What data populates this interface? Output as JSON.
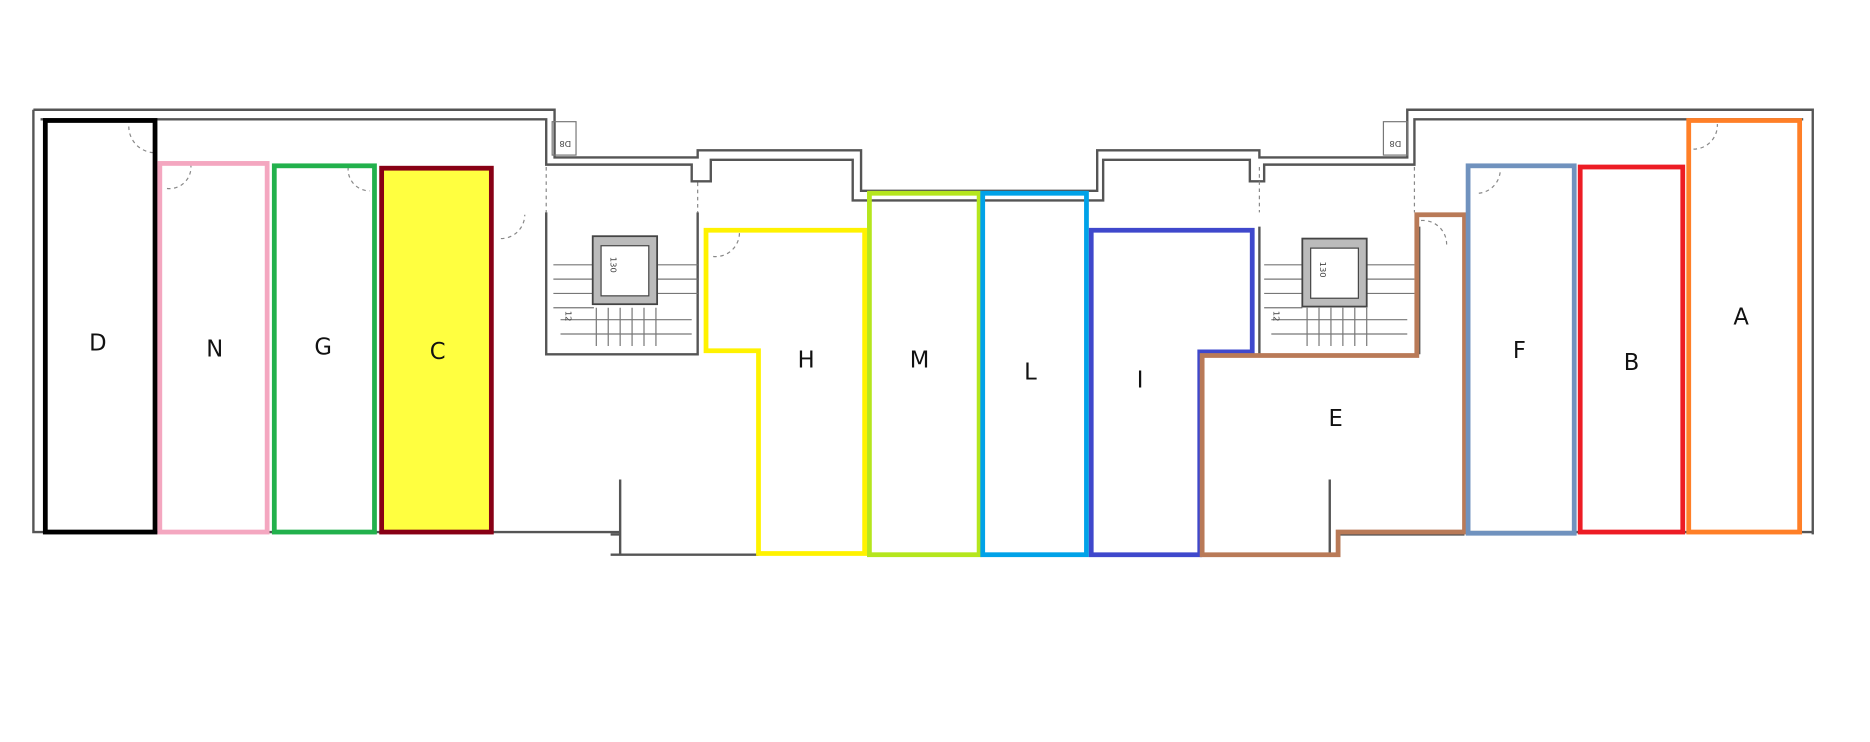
{
  "plan": {
    "units": [
      {
        "id": "D",
        "label": "D",
        "stroke": "#000000",
        "fill": "none"
      },
      {
        "id": "N",
        "label": "N",
        "stroke": "#f4a7c0",
        "fill": "none"
      },
      {
        "id": "G",
        "label": "G",
        "stroke": "#22b14c",
        "fill": "none"
      },
      {
        "id": "C",
        "label": "C",
        "stroke": "#880015",
        "fill": "#ffff40"
      },
      {
        "id": "H",
        "label": "H",
        "stroke": "#fff200",
        "fill": "none"
      },
      {
        "id": "M",
        "label": "M",
        "stroke": "#b5e61d",
        "fill": "none"
      },
      {
        "id": "L",
        "label": "L",
        "stroke": "#00a2e8",
        "fill": "none"
      },
      {
        "id": "I",
        "label": "I",
        "stroke": "#3f48cc",
        "fill": "none"
      },
      {
        "id": "E",
        "label": "E",
        "stroke": "#b97a57",
        "fill": "none"
      },
      {
        "id": "F",
        "label": "F",
        "stroke": "#7092be",
        "fill": "none"
      },
      {
        "id": "B",
        "label": "B",
        "stroke": "#ed1c24",
        "fill": "none"
      },
      {
        "id": "A",
        "label": "A",
        "stroke": "#ff7f27",
        "fill": "none"
      }
    ],
    "annotations": {
      "elevator_left": "130",
      "elevator_right": "130",
      "stair_left": "12",
      "stair_right": "12",
      "shaft_left": "D8",
      "shaft_right": "D8"
    }
  }
}
